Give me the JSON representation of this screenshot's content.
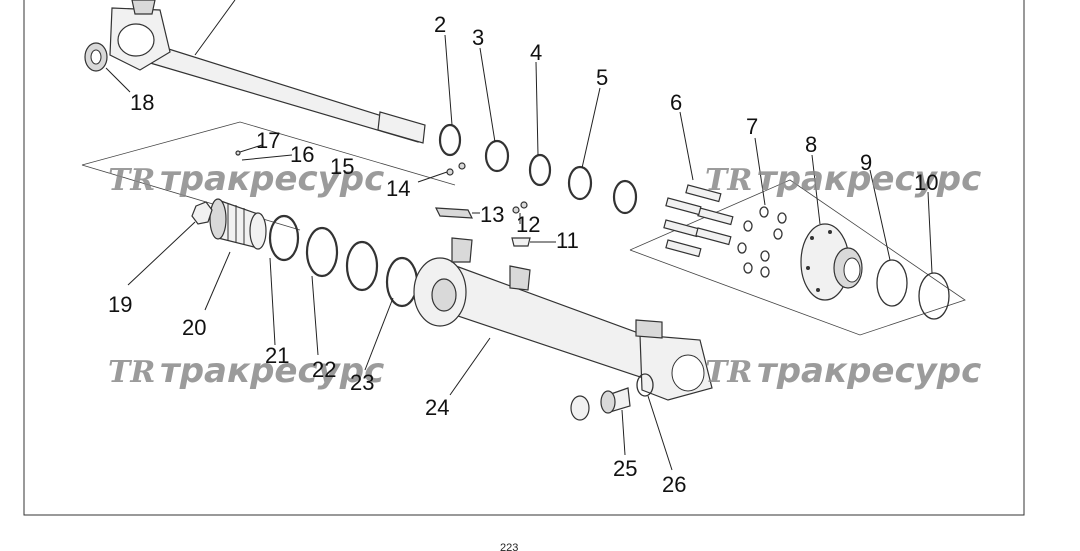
{
  "labels": {
    "p2": "2",
    "p3": "3",
    "p4": "4",
    "p5": "5",
    "p6": "6",
    "p7": "7",
    "p8": "8",
    "p9": "9",
    "p10": "10",
    "p11": "11",
    "p12": "12",
    "p13": "13",
    "p14": "14",
    "p15": "15",
    "p16": "16",
    "p17": "17",
    "p18": "18",
    "p19": "19",
    "p20": "20",
    "p21": "21",
    "p22": "22",
    "p23": "23",
    "p24": "24",
    "p25": "25",
    "p26": "26"
  },
  "watermark": {
    "logo": "TR",
    "text": "тракресурс"
  },
  "page_number": "223"
}
